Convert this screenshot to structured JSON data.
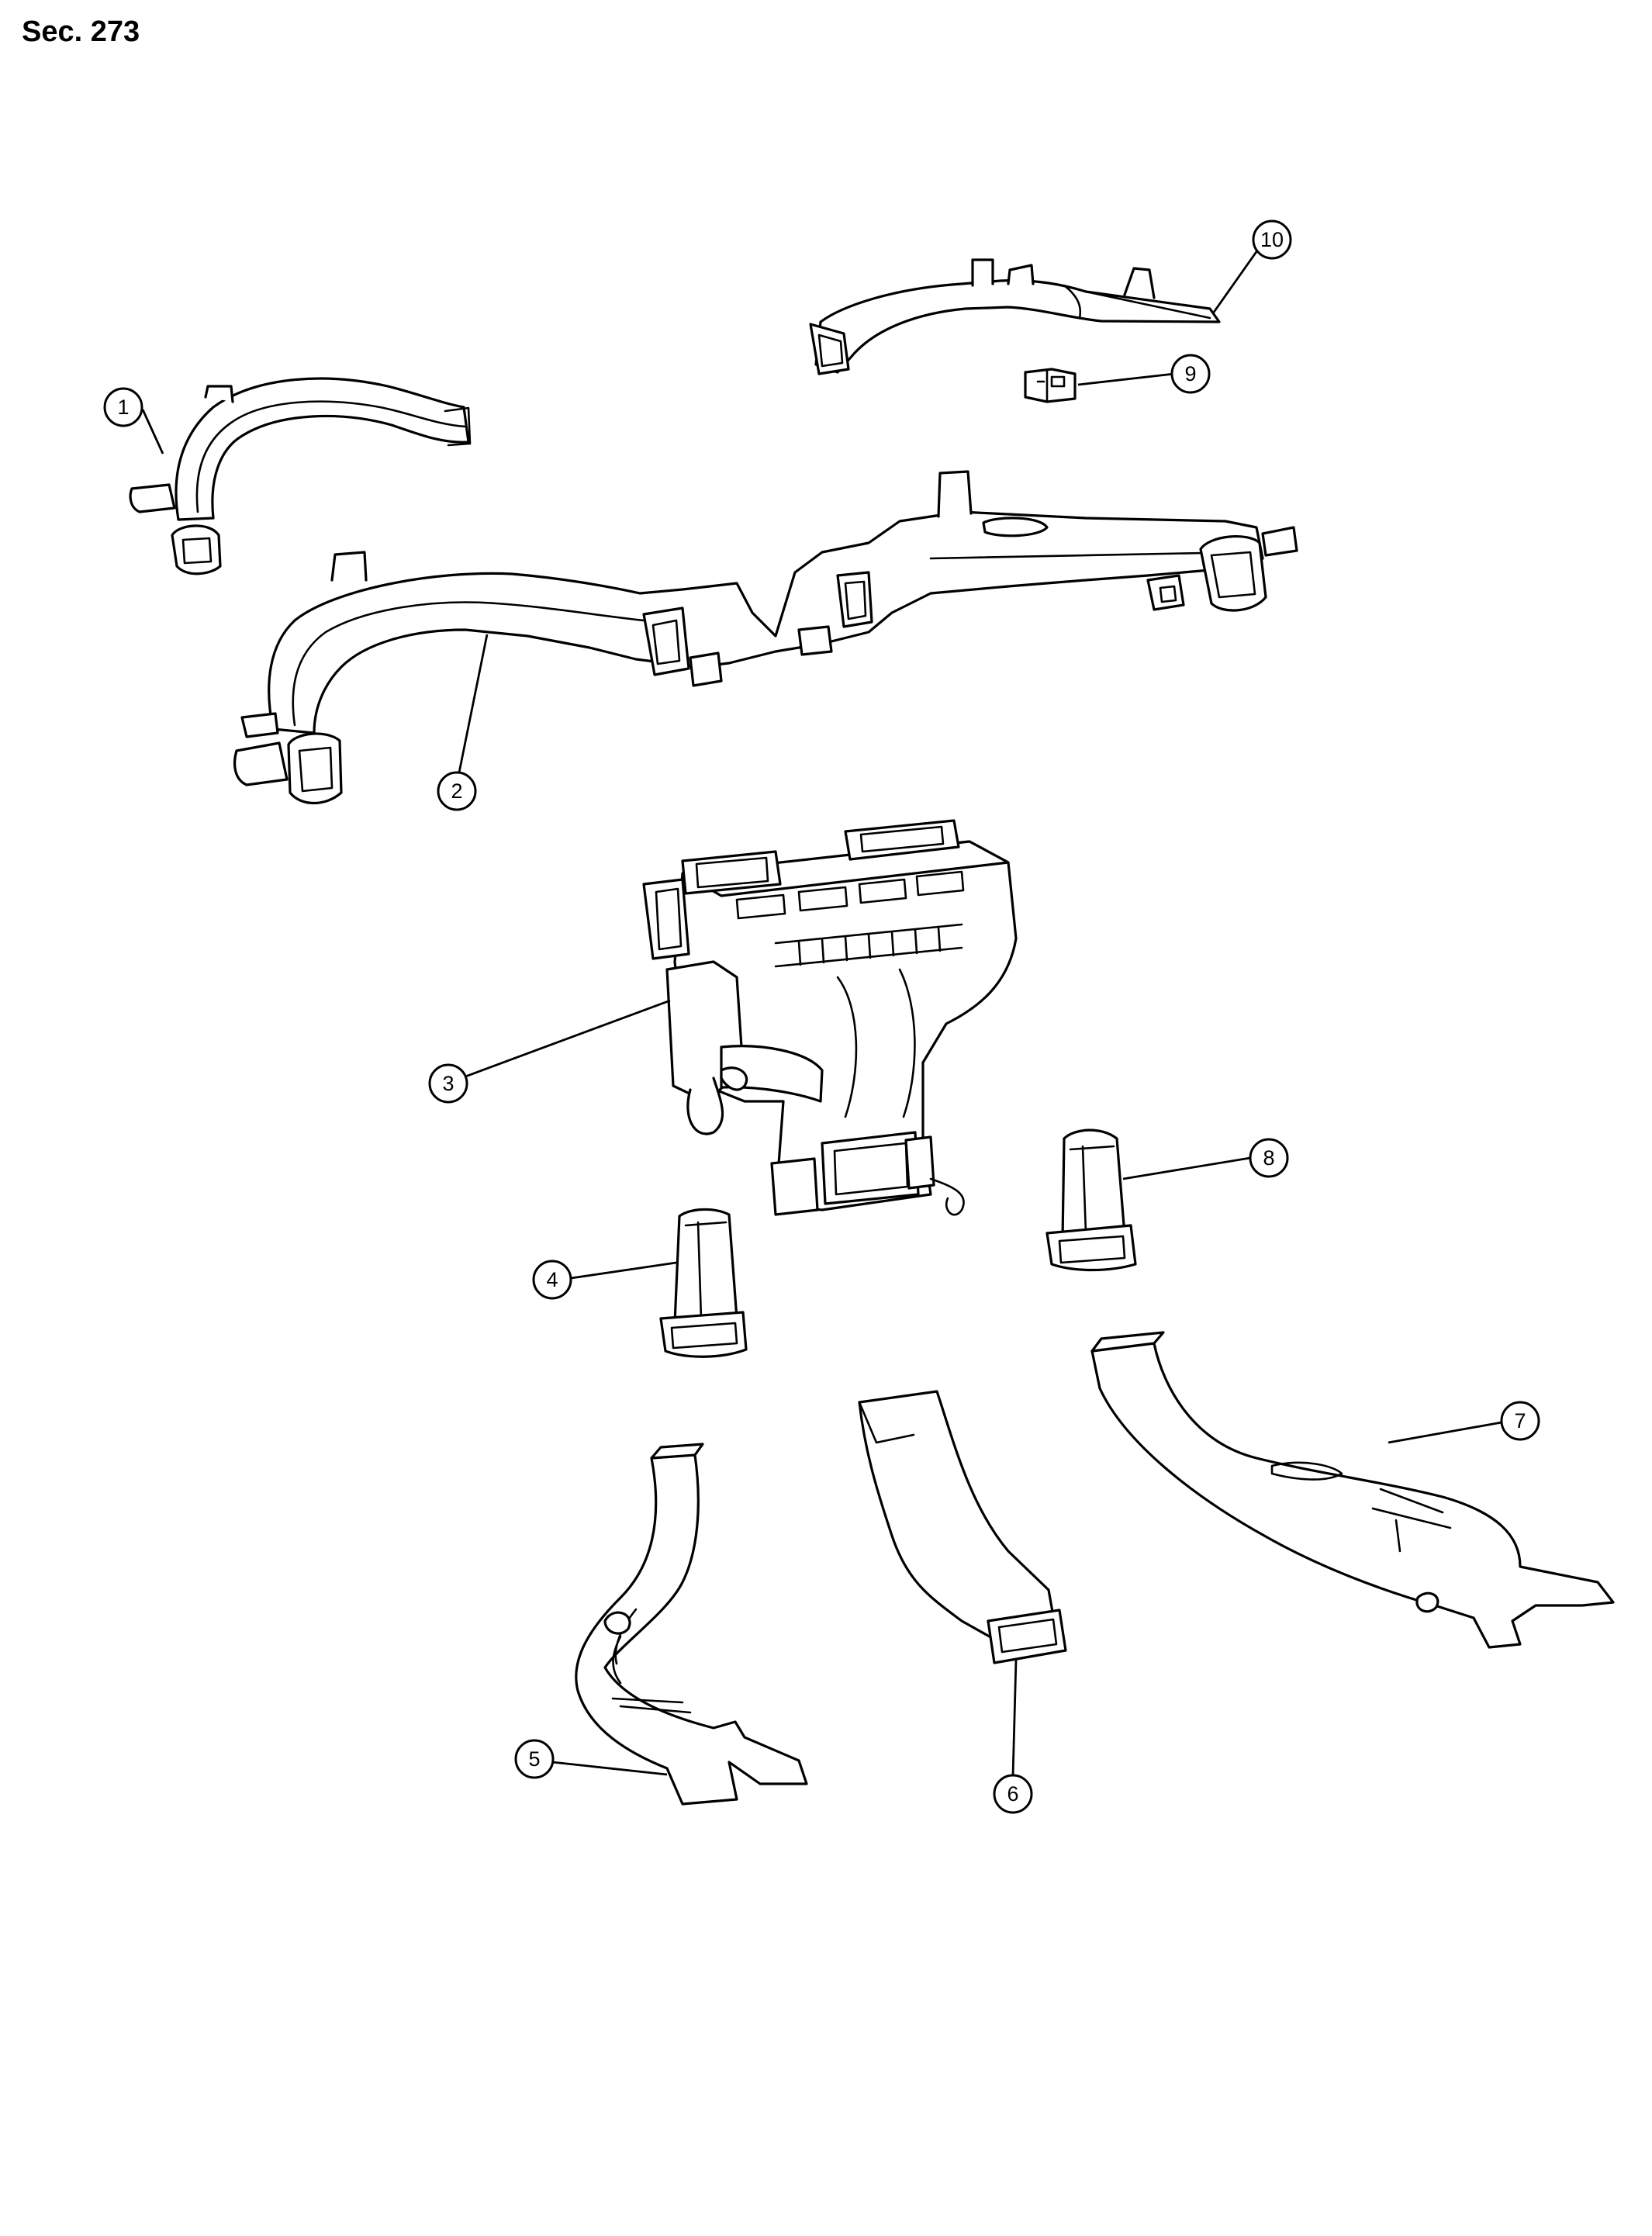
{
  "header": {
    "section": "Sec. 273"
  },
  "callouts": [
    "1",
    "2",
    "3",
    "4",
    "5",
    "6",
    "7",
    "8",
    "9",
    "10"
  ]
}
